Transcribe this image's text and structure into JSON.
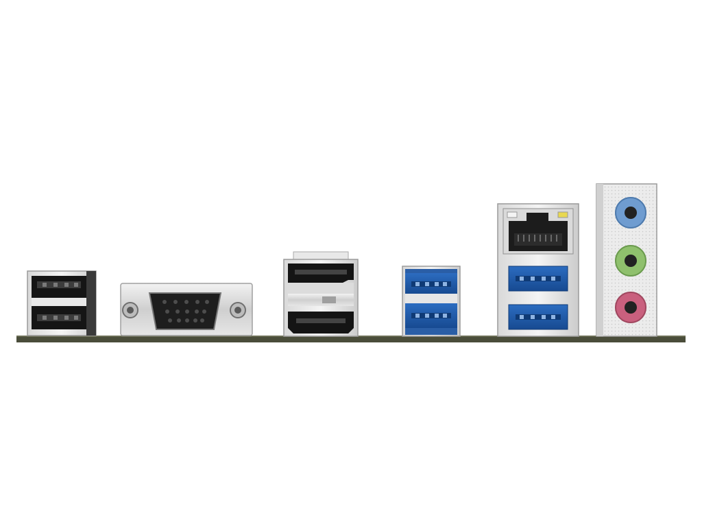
{
  "scene": {
    "subject": "motherboard-rear-io-panel",
    "background_color": "#ffffff",
    "pcb_color": "#4a4d3a"
  },
  "ports": [
    {
      "id": "usb2-stack",
      "kind": "USB 2.0",
      "count": 2,
      "color": "#1c1c1c"
    },
    {
      "id": "vga",
      "kind": "D-Sub (VGA)",
      "count": 1,
      "color": "#2a2a2a"
    },
    {
      "id": "displayport",
      "kind": "DisplayPort",
      "count": 1,
      "color": "#1c1c1c"
    },
    {
      "id": "hdmi",
      "kind": "HDMI",
      "count": 1,
      "color": "#1c1c1c"
    },
    {
      "id": "usb3-stack-a",
      "kind": "USB 3.x",
      "count": 2,
      "color": "#1f5fb0"
    },
    {
      "id": "rj45",
      "kind": "LAN (RJ-45)",
      "count": 1,
      "color": "#2a2a2a"
    },
    {
      "id": "usb3-stack-b",
      "kind": "USB 3.x",
      "count": 2,
      "color": "#1f5fb0"
    },
    {
      "id": "audio-jacks",
      "kind": "3.5mm audio",
      "count": 3,
      "jack_colors": {
        "line_in": "#6f9cd0",
        "line_out": "#8fc06d",
        "mic": "#c9607e"
      }
    }
  ]
}
